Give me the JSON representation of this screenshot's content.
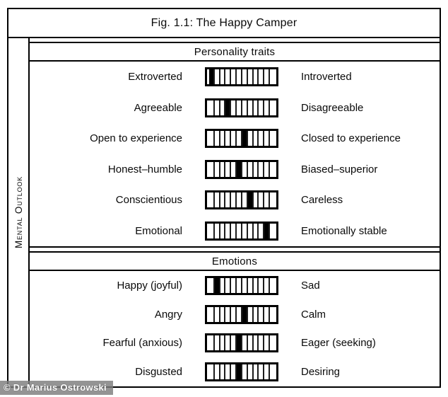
{
  "figure_title": "Fig. 1.1: The Happy Camper",
  "side_label": "Mental Outlook",
  "watermark": "© Dr Marius Ostrowski",
  "sections": [
    {
      "header": "Personality traits",
      "rows": [
        {
          "left": "Extroverted",
          "right": "Introverted",
          "marker_cell": 0,
          "total_cells": 12
        },
        {
          "left": "Agreeable",
          "right": "Disagreeable",
          "marker_cell": 3,
          "total_cells": 12
        },
        {
          "left": "Open to experience",
          "right": "Closed to experience",
          "marker_cell": 6,
          "total_cells": 12
        },
        {
          "left": "Honest–humble",
          "right": "Biased–superior",
          "marker_cell": 5,
          "total_cells": 12
        },
        {
          "left": "Conscientious",
          "right": "Careless",
          "marker_cell": 7,
          "total_cells": 12
        },
        {
          "left": "Emotional",
          "right": "Emotionally stable",
          "marker_cell": 10,
          "total_cells": 12
        }
      ]
    },
    {
      "header": "Emotions",
      "rows": [
        {
          "left": "Happy (joyful)",
          "right": "Sad",
          "marker_cell": 1,
          "total_cells": 12
        },
        {
          "left": "Angry",
          "right": "Calm",
          "marker_cell": 6,
          "total_cells": 12
        },
        {
          "left": "Fearful (anxious)",
          "right": "Eager (seeking)",
          "marker_cell": 5,
          "total_cells": 12
        },
        {
          "left": "Disgusted",
          "right": "Desiring",
          "marker_cell": 5,
          "total_cells": 12
        }
      ]
    }
  ]
}
